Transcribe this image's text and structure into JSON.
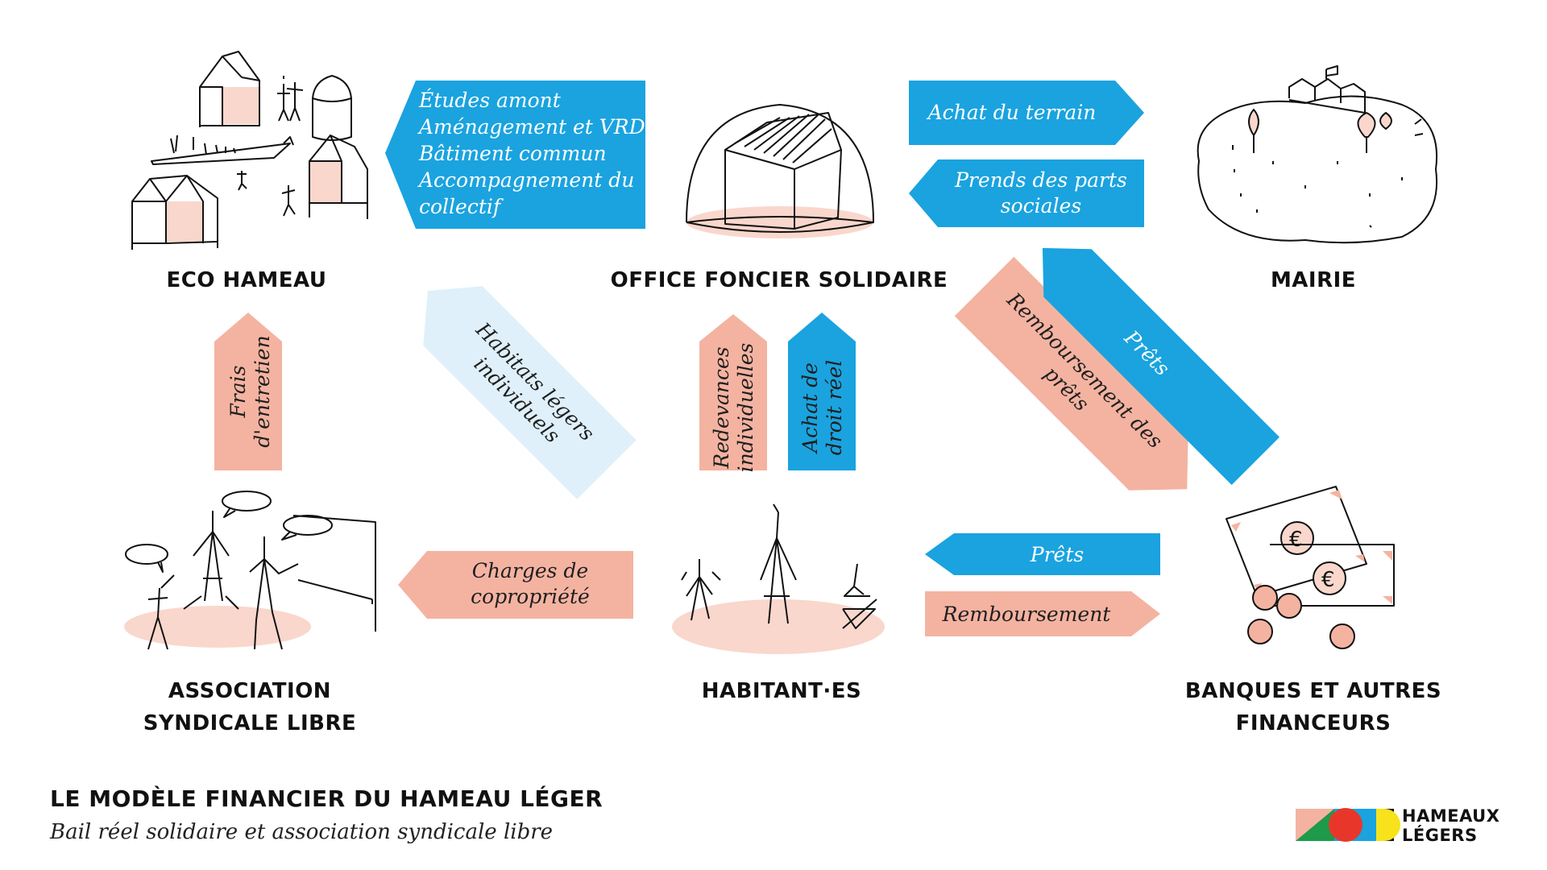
{
  "colors": {
    "blue": "#1aa3df",
    "salmon": "#f4b3a1",
    "lightblue": "#dff0fa",
    "pink_fill": "#f9d7cc"
  },
  "nodes": {
    "eco_hameau": "ECO HAMEAU",
    "office": "OFFICE FONCIER SOLIDAIRE",
    "mairie": "MAIRIE",
    "asl": [
      "ASSOCIATION",
      "SYNDICALE LIBRE"
    ],
    "habitants": "HABITANT·ES",
    "banques": [
      "BANQUES ET AUTRES",
      "FINANCEURS"
    ]
  },
  "arrows": {
    "office_to_eco": [
      "Études amont",
      "Aménagement et VRD",
      "Bâtiment commun",
      "Accompagnement du",
      "collectif"
    ],
    "achat_terrain": "Achat du terrain",
    "parts_sociales": [
      "Prends des parts",
      "sociales"
    ],
    "frais": [
      "Frais",
      "d'entretien"
    ],
    "habitats_legers": [
      "Habitats légers",
      "individuels"
    ],
    "redevances": [
      "Redevances",
      "individuelles"
    ],
    "achat_droit": [
      "Achat de",
      "droit réel"
    ],
    "remb_prets": [
      "Remboursement des",
      "prêts"
    ],
    "prets_diag": "Prêts",
    "charges": [
      "Charges de",
      "copropriété"
    ],
    "prets_h": "Prêts",
    "remboursement": "Remboursement"
  },
  "footer": {
    "title": "LE MODÈLE FINANCIER DU HAMEAU LÉGER",
    "subtitle": "Bail réel solidaire et association syndicale libre"
  },
  "logo": {
    "line1": "HAMEAUX",
    "line2": "LÉGERS"
  },
  "icons": [
    "eco-hameau-illustration-icon",
    "office-dome-house-icon",
    "mairie-hill-icon",
    "asl-meeting-people-icon",
    "habitants-people-icon",
    "banknotes-coins-icon",
    "hameaux-legers-logo-icon"
  ]
}
